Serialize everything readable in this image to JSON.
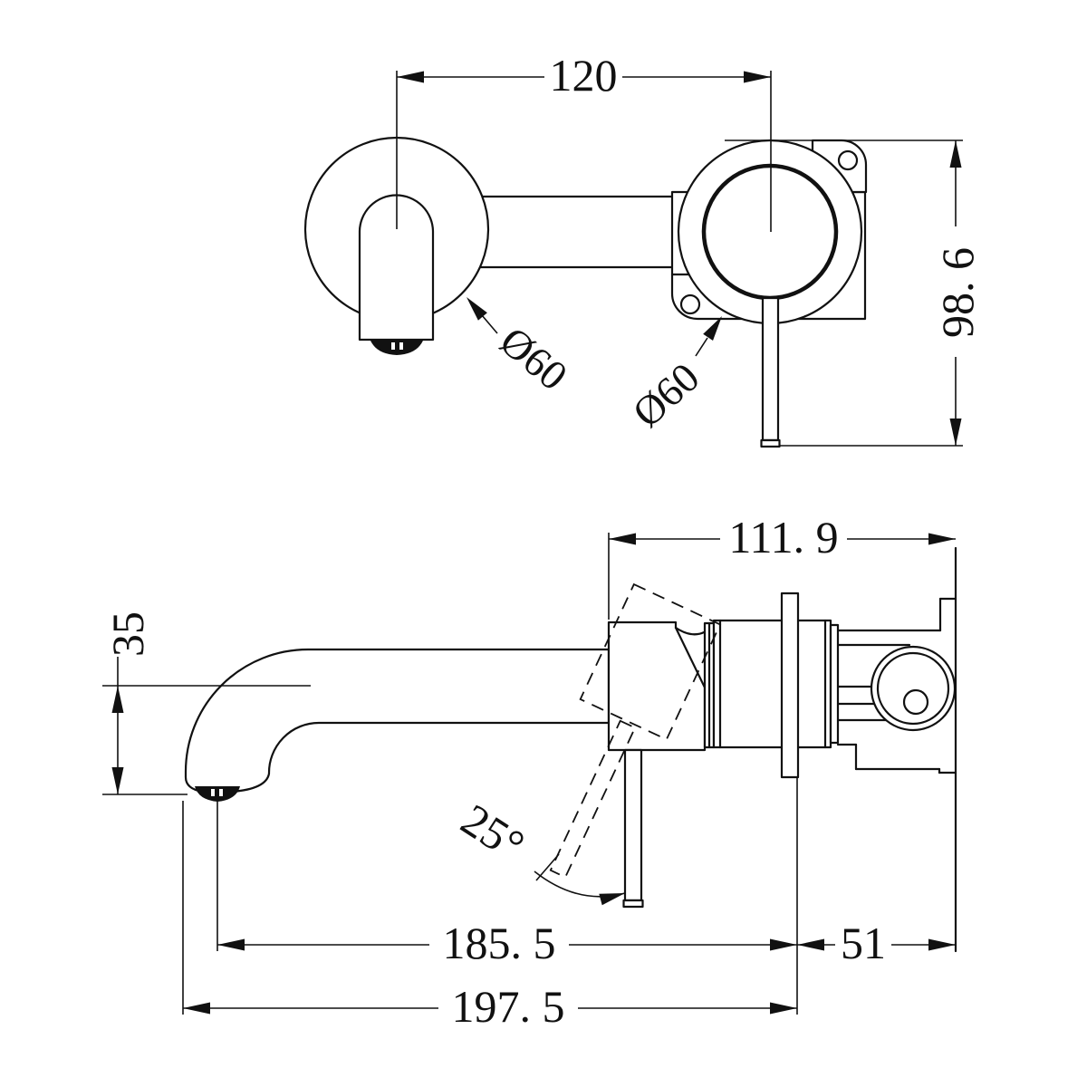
{
  "drawing": {
    "kind": "technical-drawing-wall-basin-mixer",
    "background": "#ffffff",
    "line_color": "#111111",
    "front_view": {
      "width_between_centers": "120",
      "overall_height": "98. 6",
      "spout_plate_diameter": "Ø60",
      "mixer_plate_diameter": "Ø60"
    },
    "side_view": {
      "body_depth": "111. 9",
      "spout_drop": "35",
      "handle_swing_angle": "25°",
      "spout_reach": "185. 5",
      "rear_depth": "51",
      "total_reach": "197. 5"
    }
  }
}
